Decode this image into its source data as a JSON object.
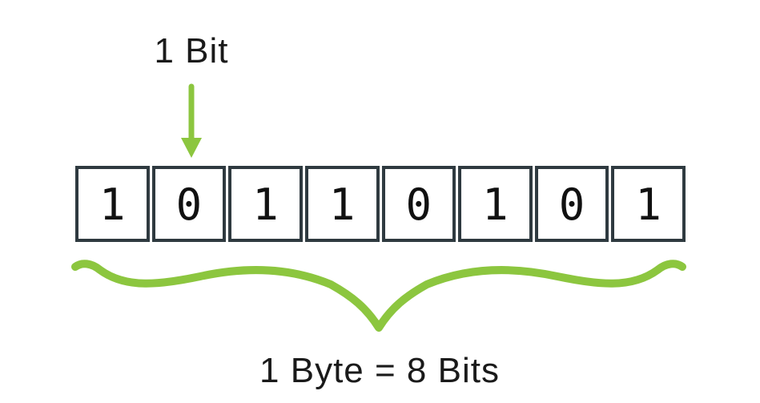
{
  "labels": {
    "bit_label": "1 Bit",
    "byte_label": "1 Byte = 8 Bits"
  },
  "bits": [
    "1",
    "0",
    "1",
    "1",
    "0",
    "1",
    "0",
    "1"
  ],
  "arrow": {
    "target_bit_index": 1,
    "direction": "down"
  },
  "icons": {
    "arrow": "down-arrow-icon",
    "brace": "curly-underbrace-icon"
  },
  "colors": {
    "accent_green": "#8CC63F",
    "cell_border": "#2F3A40",
    "text": "#1A1A1A",
    "background": "#FFFFFF"
  }
}
